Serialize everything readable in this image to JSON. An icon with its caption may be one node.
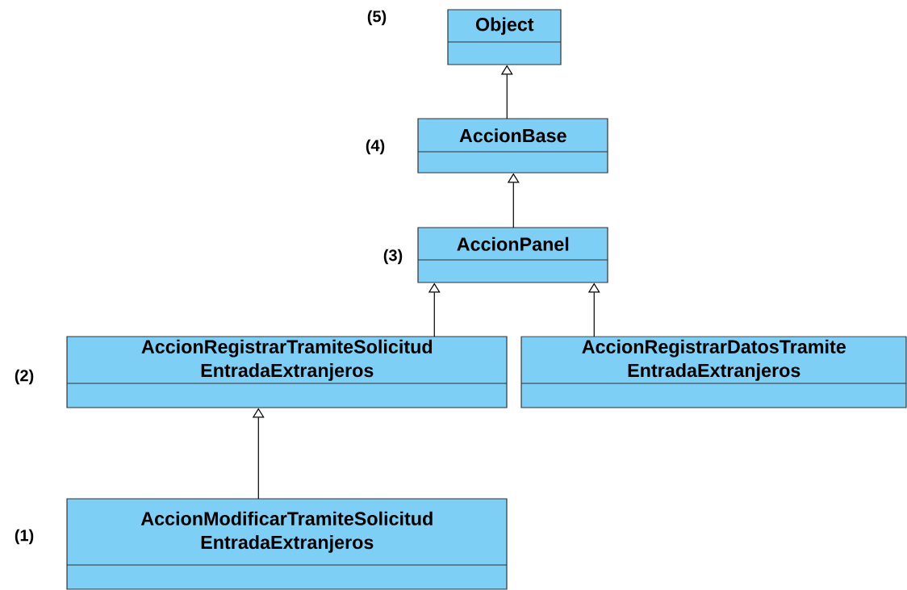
{
  "diagram": {
    "nodes": [
      {
        "text": [
          "Object"
        ]
      },
      {
        "text": [
          "AccionBase"
        ]
      },
      {
        "text": [
          "AccionPanel"
        ]
      },
      {
        "text": [
          "AccionRegistrarTramiteSolicitud EntradaExtranjeros"
        ]
      },
      {
        "text": [
          "AccionRegistrarDatosTramite EntradaExtranjeros"
        ]
      },
      {
        "text": [
          "AccionModificarTramiteSolicitud EntradaExtranjeros"
        ]
      }
    ],
    "edges": [
      {
        "from": 1,
        "to": 0,
        "arrow": "to"
      },
      {
        "from": 2,
        "to": 1,
        "arrow": "to"
      },
      {
        "from": 3,
        "to": 2,
        "arrow": "to"
      },
      {
        "from": 4,
        "to": 2,
        "arrow": "to"
      },
      {
        "from": 5,
        "to": 3,
        "arrow": "to"
      }
    ],
    "labels": [
      "(5)",
      "(4)",
      "(3)",
      "(2)",
      "(1)"
    ]
  }
}
